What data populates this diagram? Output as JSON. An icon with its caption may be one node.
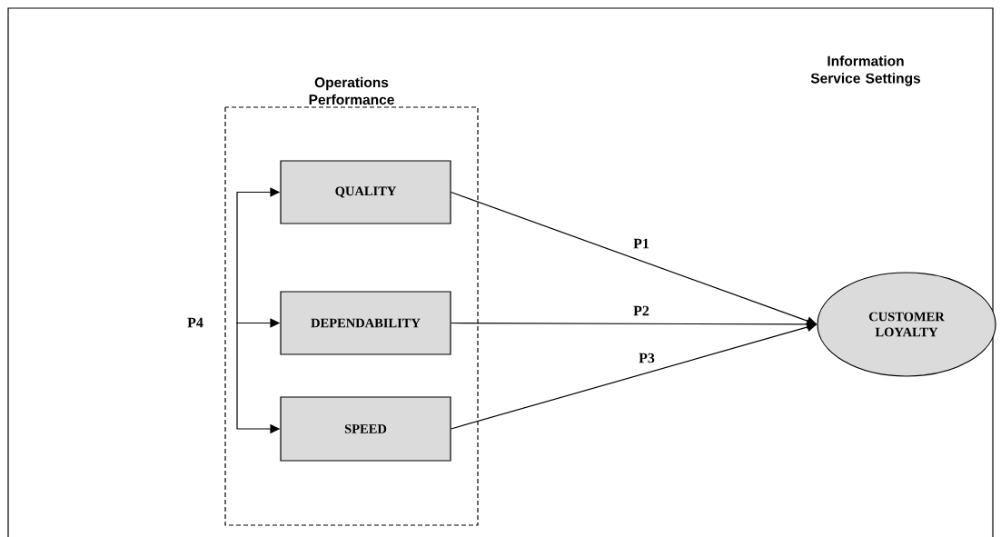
{
  "diagram": {
    "nodes": [
      {
        "text": [
          "Information Service Settings"
        ]
      },
      {
        "text": [
          "Operations Performance"
        ],
        "in": 0
      },
      {
        "text": [
          "QUALITY"
        ],
        "in": 1
      },
      {
        "text": [
          "DEPENDABILITY"
        ],
        "in": 1
      },
      {
        "text": [
          "SPEED"
        ],
        "in": 1
      },
      {
        "text": [
          "CUSTOMER LOYALTY"
        ],
        "in": 0
      }
    ],
    "edges": [
      {
        "from": 2,
        "to": 5,
        "arrow": "to",
        "label": "P1"
      },
      {
        "from": 3,
        "to": 5,
        "arrow": "to",
        "label": "P2"
      },
      {
        "from": 4,
        "to": 5,
        "arrow": "to",
        "label": "P3"
      },
      {
        "from": null,
        "to": 2,
        "arrow": "to"
      },
      {
        "from": null,
        "to": 3,
        "arrow": "to",
        "label": "P4"
      },
      {
        "from": null,
        "to": 4,
        "arrow": "to"
      }
    ]
  }
}
